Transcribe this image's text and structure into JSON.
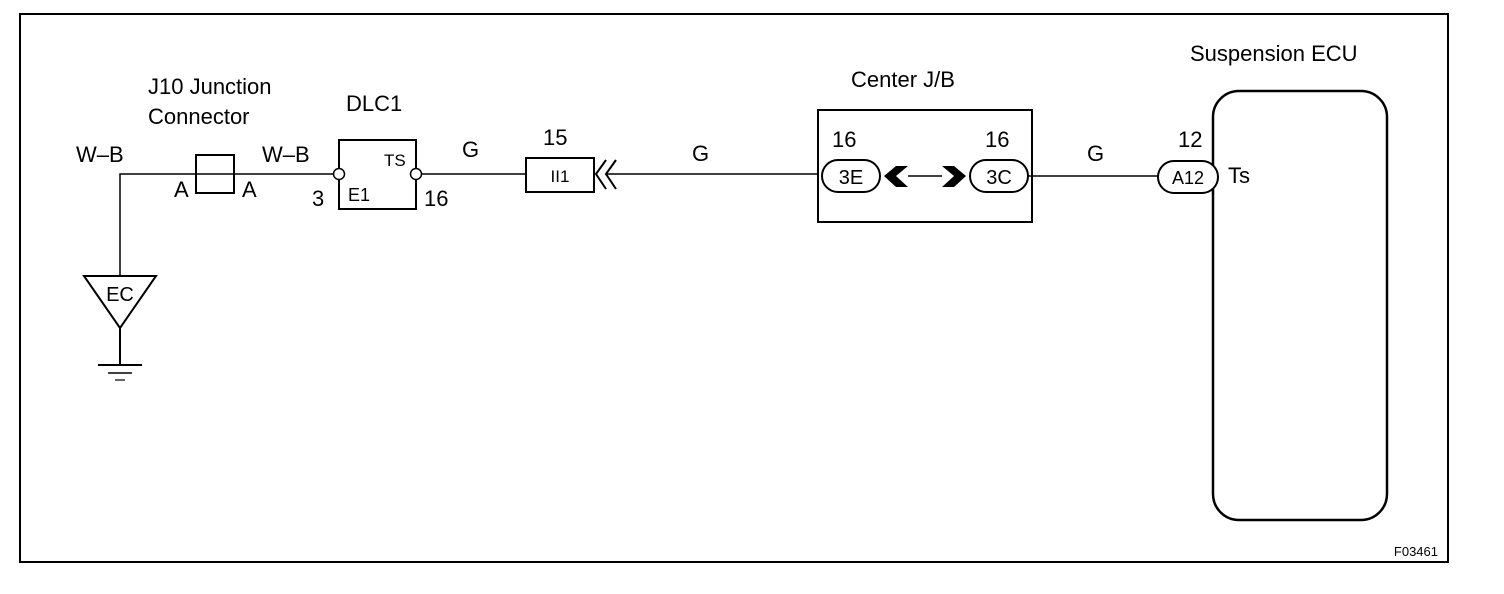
{
  "colors": {
    "ink": "#000000",
    "background": "#ffffff"
  },
  "labels": {
    "j10_line1": "J10 Junction",
    "j10_line2": "Connector",
    "wb_left": "W–B",
    "wb_right": "W–B",
    "j10_pin_left": "A",
    "j10_pin_right": "A",
    "ground_point": "EC",
    "dlc1_title": "DLC1",
    "dlc1_pin_left_num": "3",
    "dlc1_pin_left_name": "E1",
    "dlc1_pin_right_name": "TS",
    "dlc1_pin_right_num": "16",
    "wire_g_1": "G",
    "ii1_pin": "15",
    "ii1_code": "II1",
    "wire_g_2": "G",
    "center_jb_title": "Center J/B",
    "jb_pin_left": "16",
    "jb_conn_left": "3E",
    "jb_pin_right": "16",
    "jb_conn_right": "3C",
    "wire_g_3": "G",
    "ecu_title": "Suspension ECU",
    "ecu_pin_num": "12",
    "ecu_conn": "A12",
    "ecu_terminal": "Ts",
    "figure_id": "F03461"
  }
}
